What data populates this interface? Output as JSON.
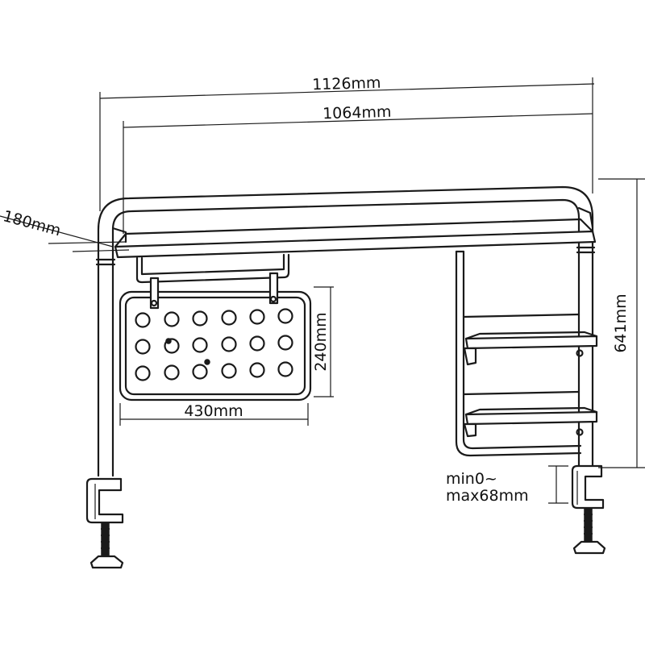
{
  "dimensions": {
    "overall_width": "1126mm",
    "inner_width": "1064mm",
    "depth": "180mm",
    "height": "641mm",
    "pegboard_width": "430mm",
    "pegboard_height": "240mm",
    "clamp_range_line1": "min0~",
    "clamp_range_line2": "max68mm"
  }
}
